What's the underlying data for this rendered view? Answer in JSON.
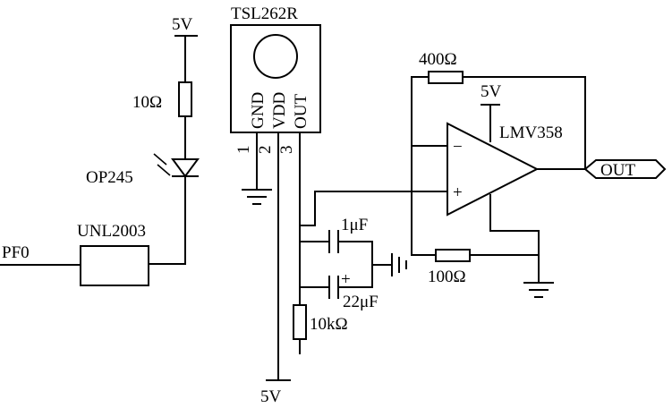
{
  "labels": {
    "supply_top": "5V",
    "supply_bottom": "5V",
    "supply_opamp": "5V",
    "r_led": "10Ω",
    "led": "OP245",
    "driver": "UNL2003",
    "input_pin": "PF0",
    "sensor": "TSL262R",
    "pin_gnd": "GND",
    "pin_vdd": "VDD",
    "pin_out": "OUT",
    "pin1": "1",
    "pin2": "2",
    "pin3": "3",
    "c_small": "1μF",
    "c_large": "22μF",
    "c_plus": "+",
    "r_pulldown": "10kΩ",
    "r_feedback": "400Ω",
    "r_gain": "100Ω",
    "opamp": "LMV358",
    "opamp_minus": "−",
    "opamp_plus": "+",
    "output_port": "OUT"
  }
}
